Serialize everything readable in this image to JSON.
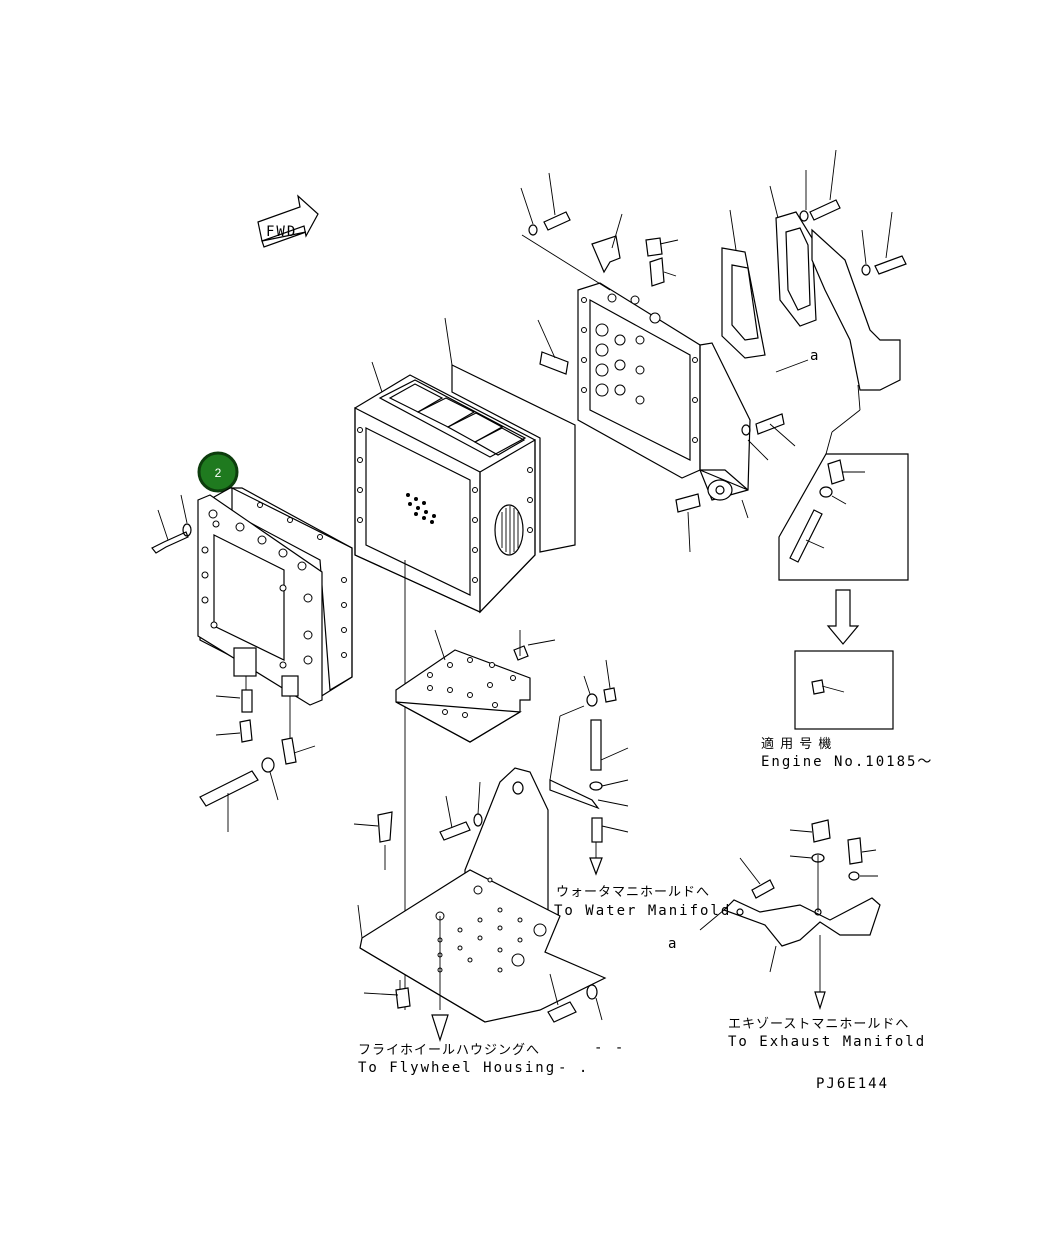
{
  "arrow_label": "FWD",
  "callout": {
    "number": "2",
    "color": "#1f7a1f",
    "ring": "#0d3d0d"
  },
  "ref_a_top": "a",
  "ref_a_bottom": "a",
  "applicable": {
    "jp": "適 用 号 機",
    "en": "Engine No.10185〜"
  },
  "water_manifold": {
    "jp": "ウォータマニホールドへ",
    "en": "To Water Manifold"
  },
  "exhaust_manifold": {
    "jp": "エキゾーストマニホールドへ",
    "en": "To Exhaust Manifold"
  },
  "flywheel_housing": {
    "jp": "フライホイールハウジングへ",
    "en": "To Flywheel Housing"
  },
  "figure_code": "PJ6E144",
  "dashes": "- -",
  "dashes2": "- ."
}
